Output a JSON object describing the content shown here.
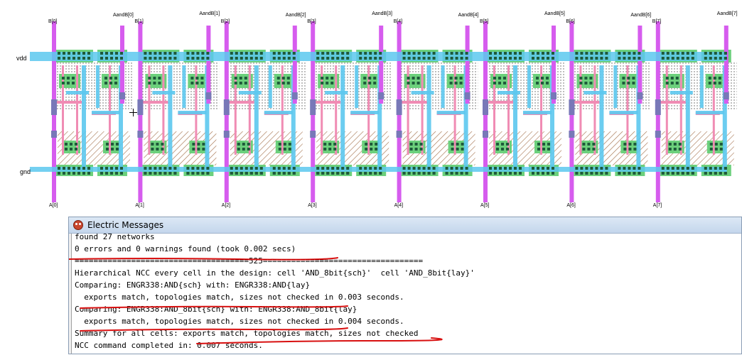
{
  "layout": {
    "rails": {
      "vdd_label": "vdd",
      "gnd_label": "gnd"
    },
    "top_labels": [
      "B[0]",
      "AandB[0]",
      "B[1]",
      "AandB[1]",
      "B[2]",
      "AandB[2]",
      "B[3]",
      "AandB[3]",
      "B[4]",
      "AandB[4]",
      "B[5]",
      "AandB[5]",
      "B[6]",
      "AandB[6]",
      "B[7]",
      "AandB[7]"
    ],
    "bottom_labels": [
      "A[0]",
      "A[1]",
      "A[2]",
      "A[3]",
      "A[4]",
      "A[5]",
      "A[6]",
      "A[7]"
    ],
    "colors": {
      "metal1": "#5cc8ee",
      "metal2": "#d65cee",
      "poly": "#f08cb4",
      "active": "#6cd07c",
      "well_dots": "#5a5a5a",
      "contact": "#1e5a3a",
      "via": "#7878b8"
    }
  },
  "messages": {
    "title": "Electric Messages",
    "icon": "electric-app-icon",
    "lines": [
      "found 27 networks",
      "0 errors and 0 warnings found (took 0.002 secs)",
      "=====================================525==================================",
      "Hierarchical NCC every cell in the design: cell 'AND_8bit{sch}'  cell 'AND_8bit{lay}'",
      "Comparing: ENGR338:AND{sch} with: ENGR338:AND{lay}",
      "  exports match, topologies match, sizes not checked in 0.003 seconds.",
      "Comparing: ENGR338:AND_8bit{sch} with: ENGR338:AND_8bit{lay}",
      "  exports match, topologies match, sizes not checked in 0.004 seconds.",
      "Summary for all cells: exports match, topologies match, sizes not checked",
      "NCC command completed in: 0.007 seconds."
    ],
    "annotation_color": "#d81010"
  }
}
